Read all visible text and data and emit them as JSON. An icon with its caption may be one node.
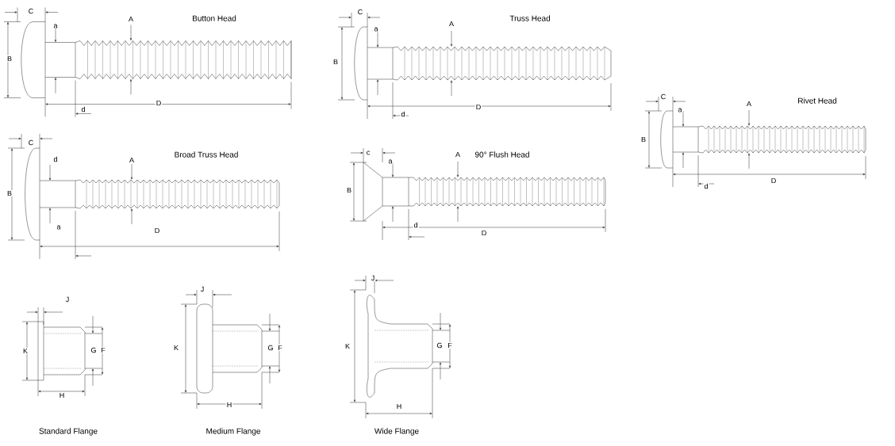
{
  "diagram": {
    "labels": [
      "C",
      "a",
      "A",
      "Button Head",
      "B",
      "D",
      "d",
      "C",
      "a",
      "A",
      "Truss Head",
      "B",
      "D",
      "d",
      "C",
      "a",
      "A",
      "Rivet Head",
      "B",
      "D",
      "d",
      "C",
      "d",
      "Broad Truss Head",
      "A",
      "B",
      "a",
      "D",
      "c",
      "A",
      "a",
      "90° Flush Head",
      "B",
      "d",
      "D",
      "J",
      "K",
      "G",
      "F",
      "H",
      "Standard Flange",
      "J",
      "K",
      "G",
      "F",
      "H",
      "Medium Flange",
      "J",
      "K",
      "G",
      "F",
      "H",
      "Wide Flange"
    ]
  }
}
